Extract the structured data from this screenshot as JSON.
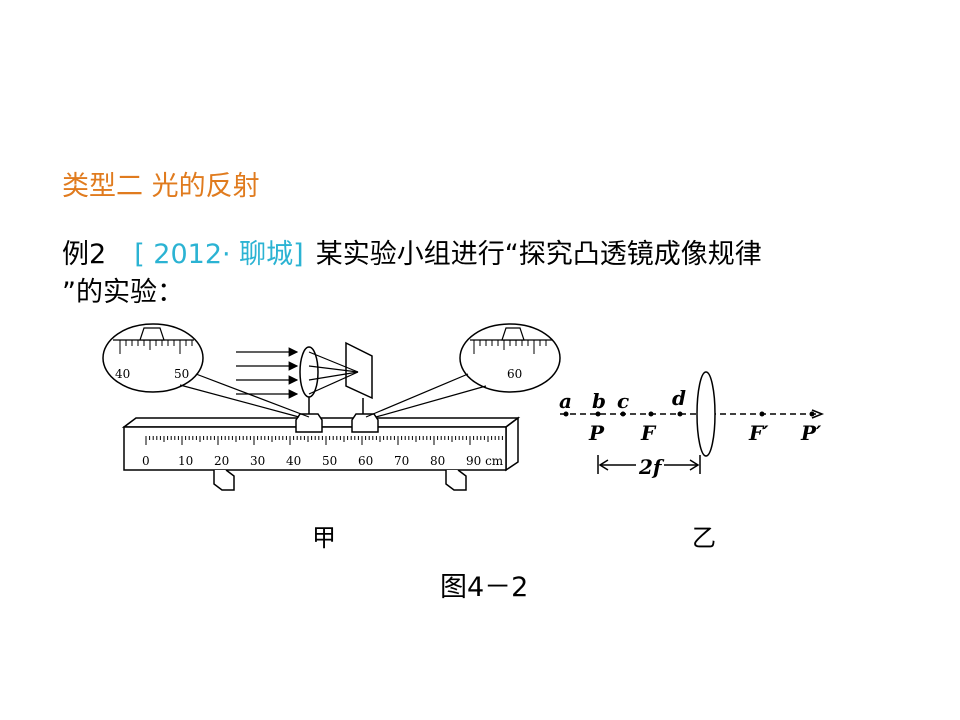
{
  "heading": "类型二  光的反射",
  "example": {
    "label": "例2",
    "source": "[ 2012· 聊城]",
    "text_line1": "某实验小组进行“探究凸透镜成像规律",
    "text_line2": "”的实验："
  },
  "figure": {
    "caption": "图4－2",
    "left_label": "甲",
    "right_label": "乙",
    "bench_ticks": [
      "0",
      "10",
      "20",
      "30",
      "40",
      "50",
      "60",
      "70",
      "80",
      "90 cm"
    ],
    "zoom_left_ticks": [
      "40",
      "50"
    ],
    "zoom_right_ticks": [
      "60"
    ],
    "axis_points_top": [
      "a",
      "b",
      "c",
      "d"
    ],
    "axis_points_bottom": [
      "P",
      "F",
      "F′",
      "P′"
    ],
    "distance_label": "2f"
  }
}
